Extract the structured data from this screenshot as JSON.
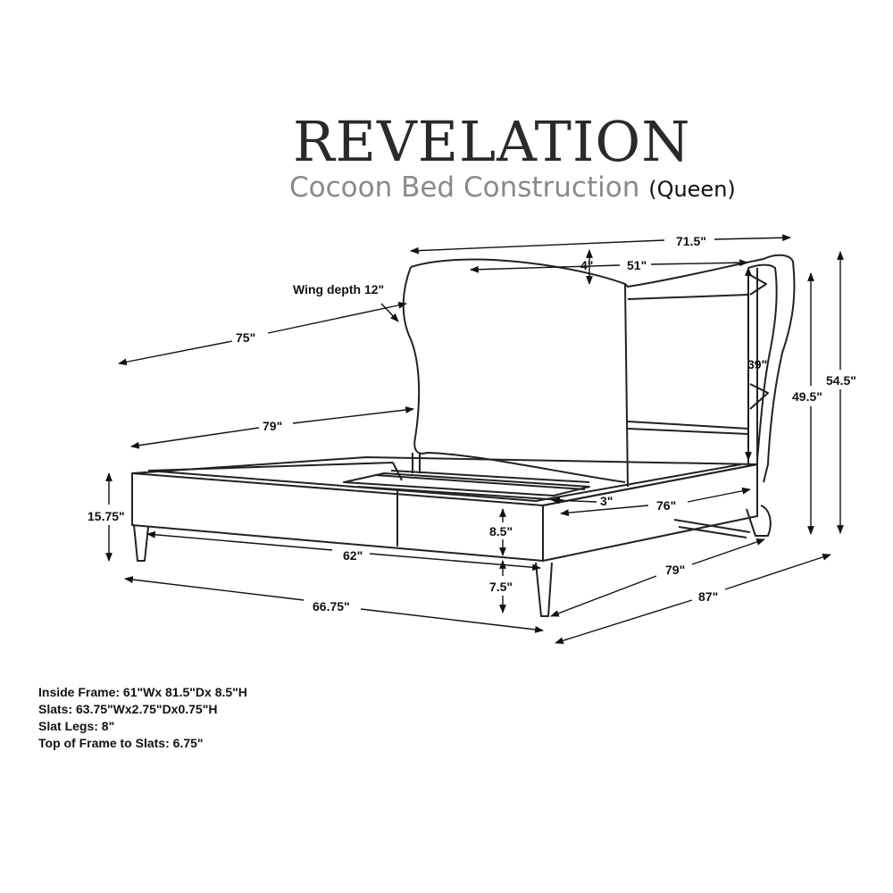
{
  "brand": "REVELATION",
  "subtitle": "Cocoon Bed Construction",
  "variant": "(Queen)",
  "dimensions": {
    "total_width": "71.5\"",
    "wing_offset": "4\"",
    "inner_width": "51\"",
    "wing_depth": "Wing depth 12\"",
    "length_75": "75\"",
    "length_79_left": "79\"",
    "panel_height": "39\"",
    "height_49": "49.5\"",
    "height_54": "54.5\"",
    "frame_height": "15.75\"",
    "rail_gap": "3\"",
    "rail_length": "76\"",
    "rail_height": "8.5\"",
    "inner_length": "62\"",
    "leg_height": "7.5\"",
    "length_79_right": "79\"",
    "overall_width": "66.75\"",
    "overall_length": "87\""
  },
  "specs": [
    "Inside Frame: 61\"Wx 81.5\"Dx 8.5\"H",
    "Slats: 63.75\"Wx2.75\"Dx0.75\"H",
    "Slat Legs: 8\"",
    "Top of Frame to Slats: 6.75\""
  ]
}
